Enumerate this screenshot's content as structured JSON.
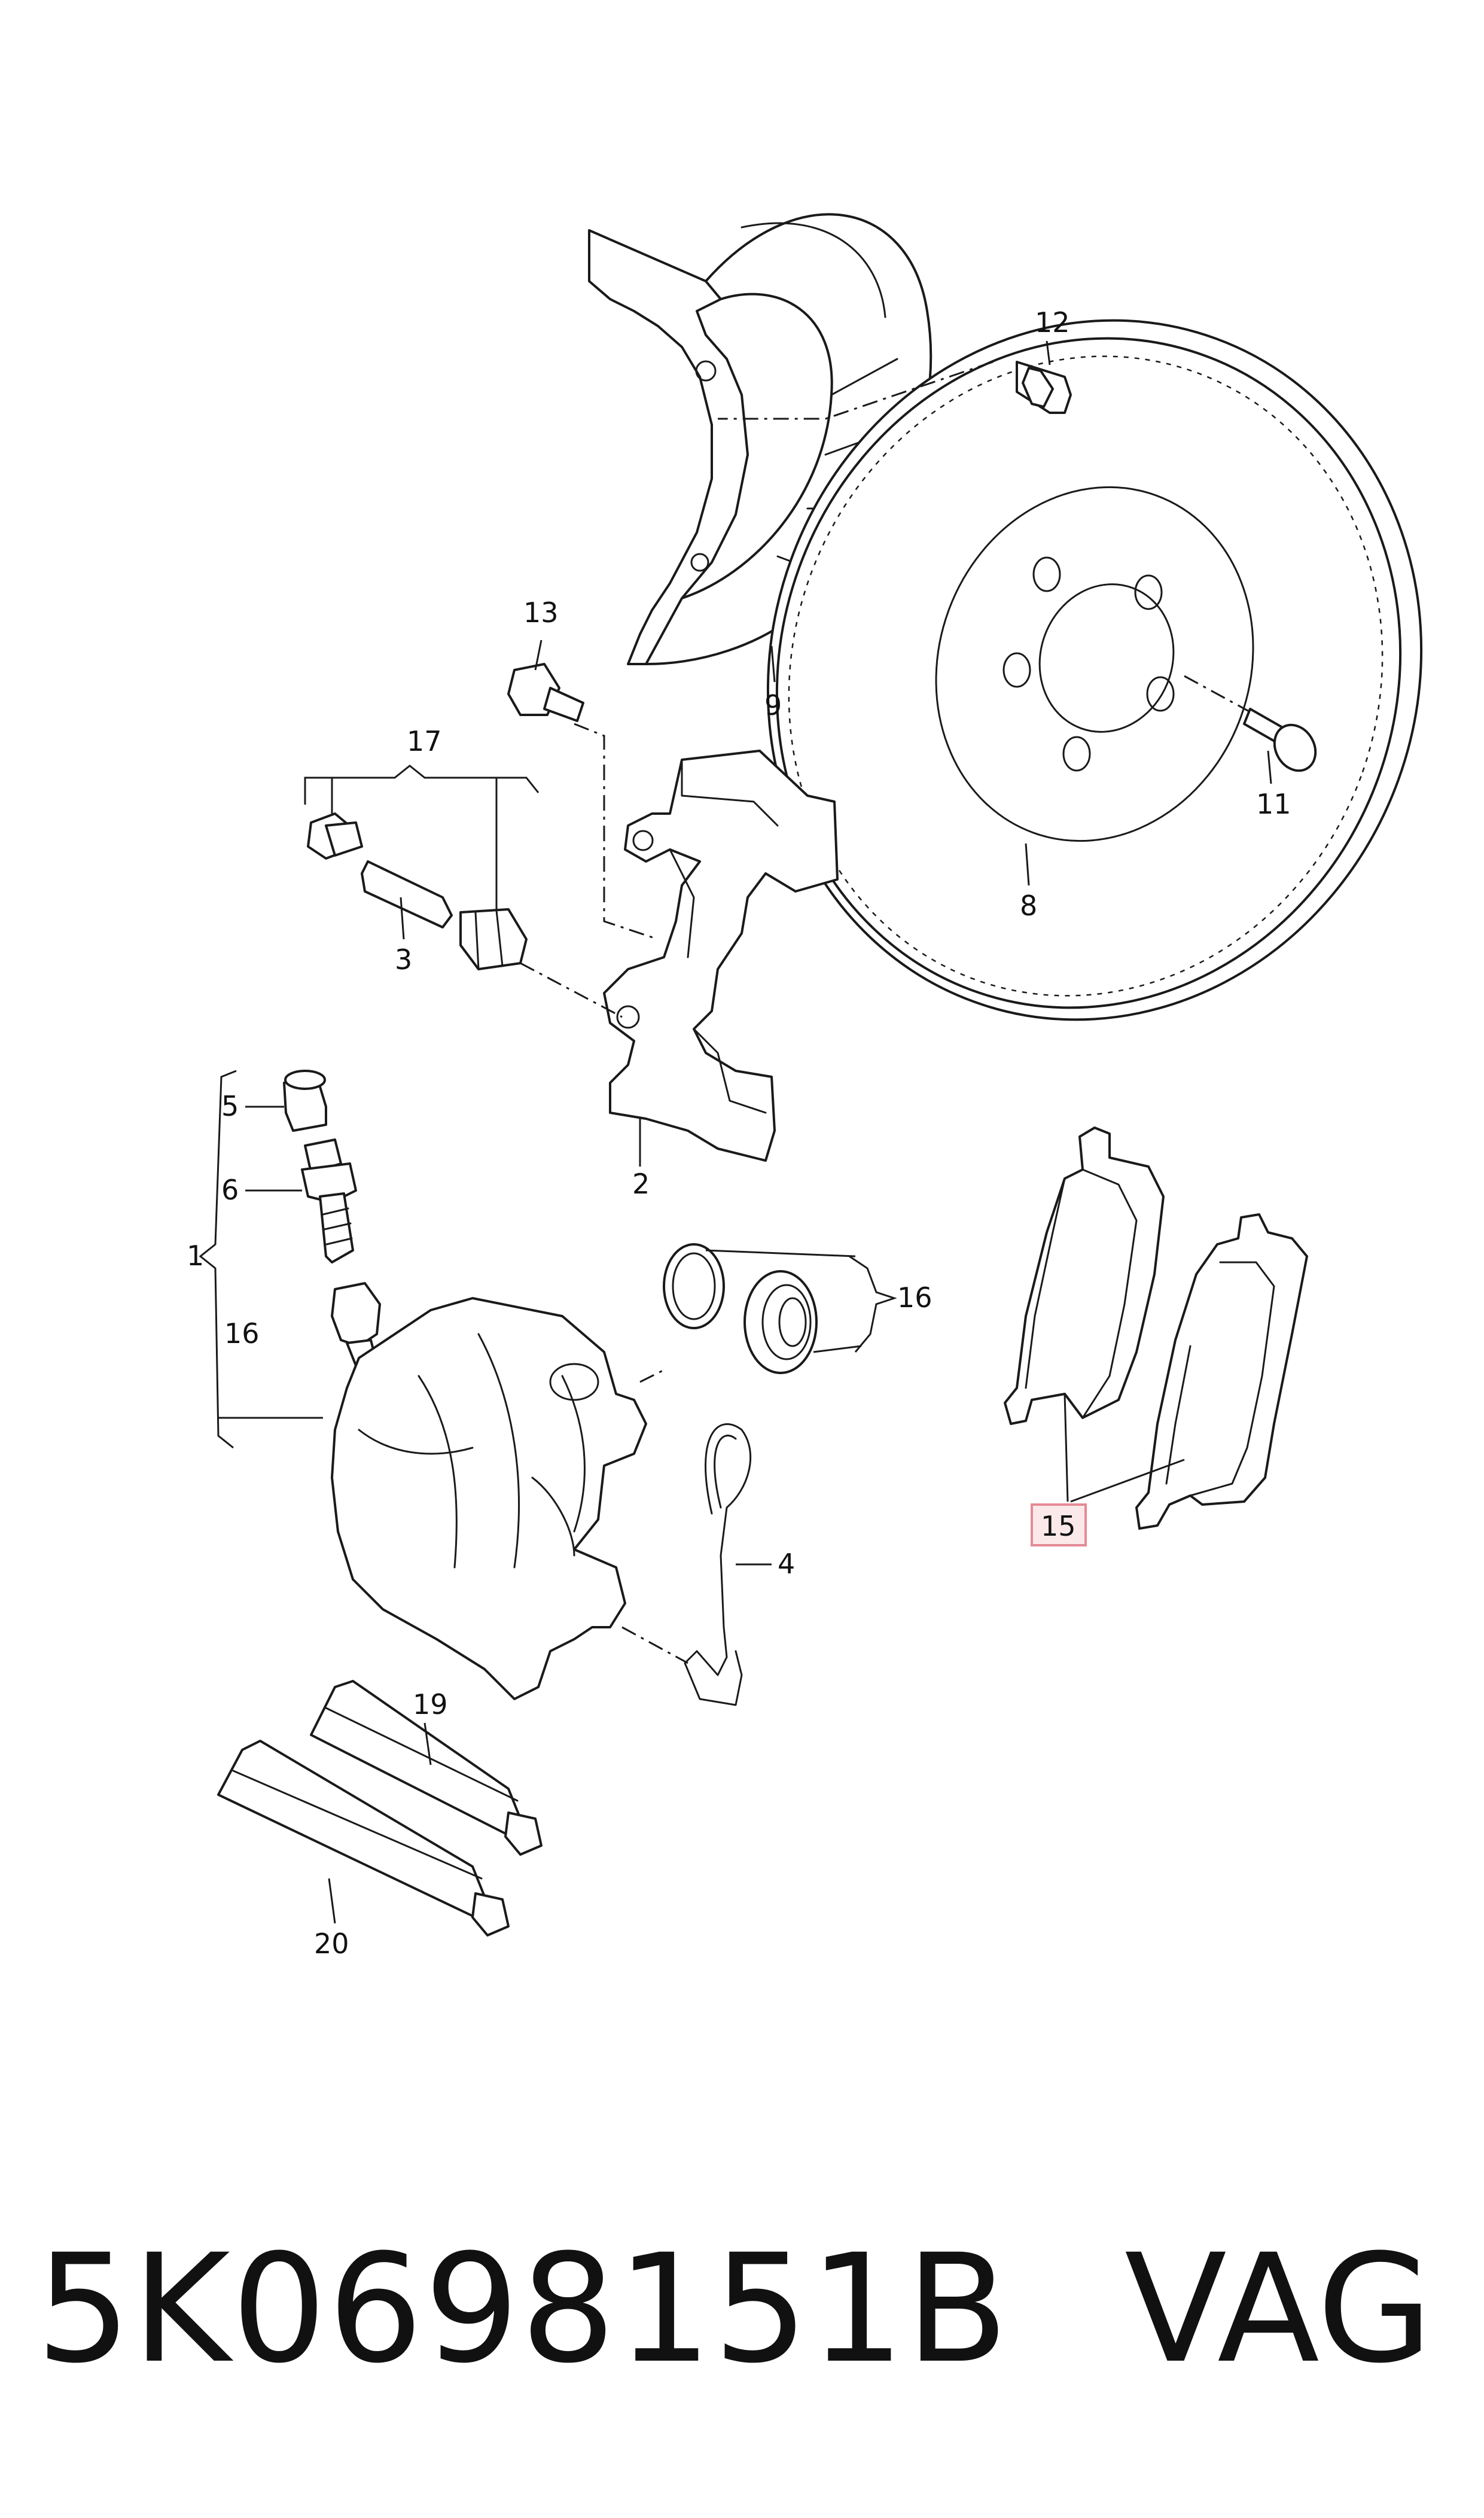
{
  "callouts": {
    "c1": "1",
    "c2": "2",
    "c3": "3",
    "c4": "4",
    "c5": "5",
    "c6": "6",
    "c8": "8",
    "c9": "9",
    "c11": "11",
    "c12": "12",
    "c13": "13",
    "c15": "15",
    "c16a": "16",
    "c16b": "16",
    "c17": "17",
    "c19": "19",
    "c20": "20"
  },
  "highlight": {
    "callout": "15",
    "color": "#e58a94",
    "fill": "#fbe9ea"
  },
  "footer": {
    "part_number": "5K0698151B",
    "brand": "VAG"
  }
}
